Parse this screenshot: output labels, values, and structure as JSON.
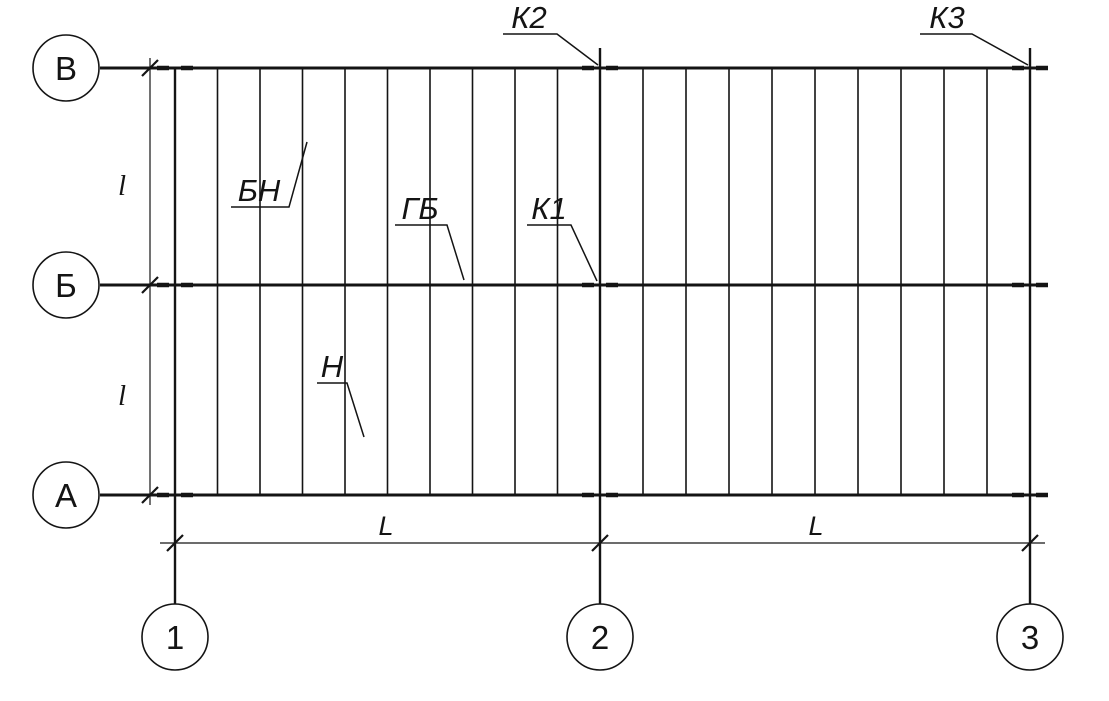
{
  "axes": {
    "rows": [
      {
        "label": "В"
      },
      {
        "label": "Б"
      },
      {
        "label": "А"
      }
    ],
    "cols": [
      {
        "label": "1"
      },
      {
        "label": "2"
      },
      {
        "label": "3"
      }
    ]
  },
  "annotations": {
    "k2": "К2",
    "k3": "К3",
    "bn": "БН",
    "gb": "ГБ",
    "k1": "К1",
    "n": "Н"
  },
  "dimensions": {
    "span_1_2": "L",
    "span_2_3": "L",
    "bay_v_b": "l",
    "bay_b_a": "l"
  },
  "line_color": "#141414"
}
